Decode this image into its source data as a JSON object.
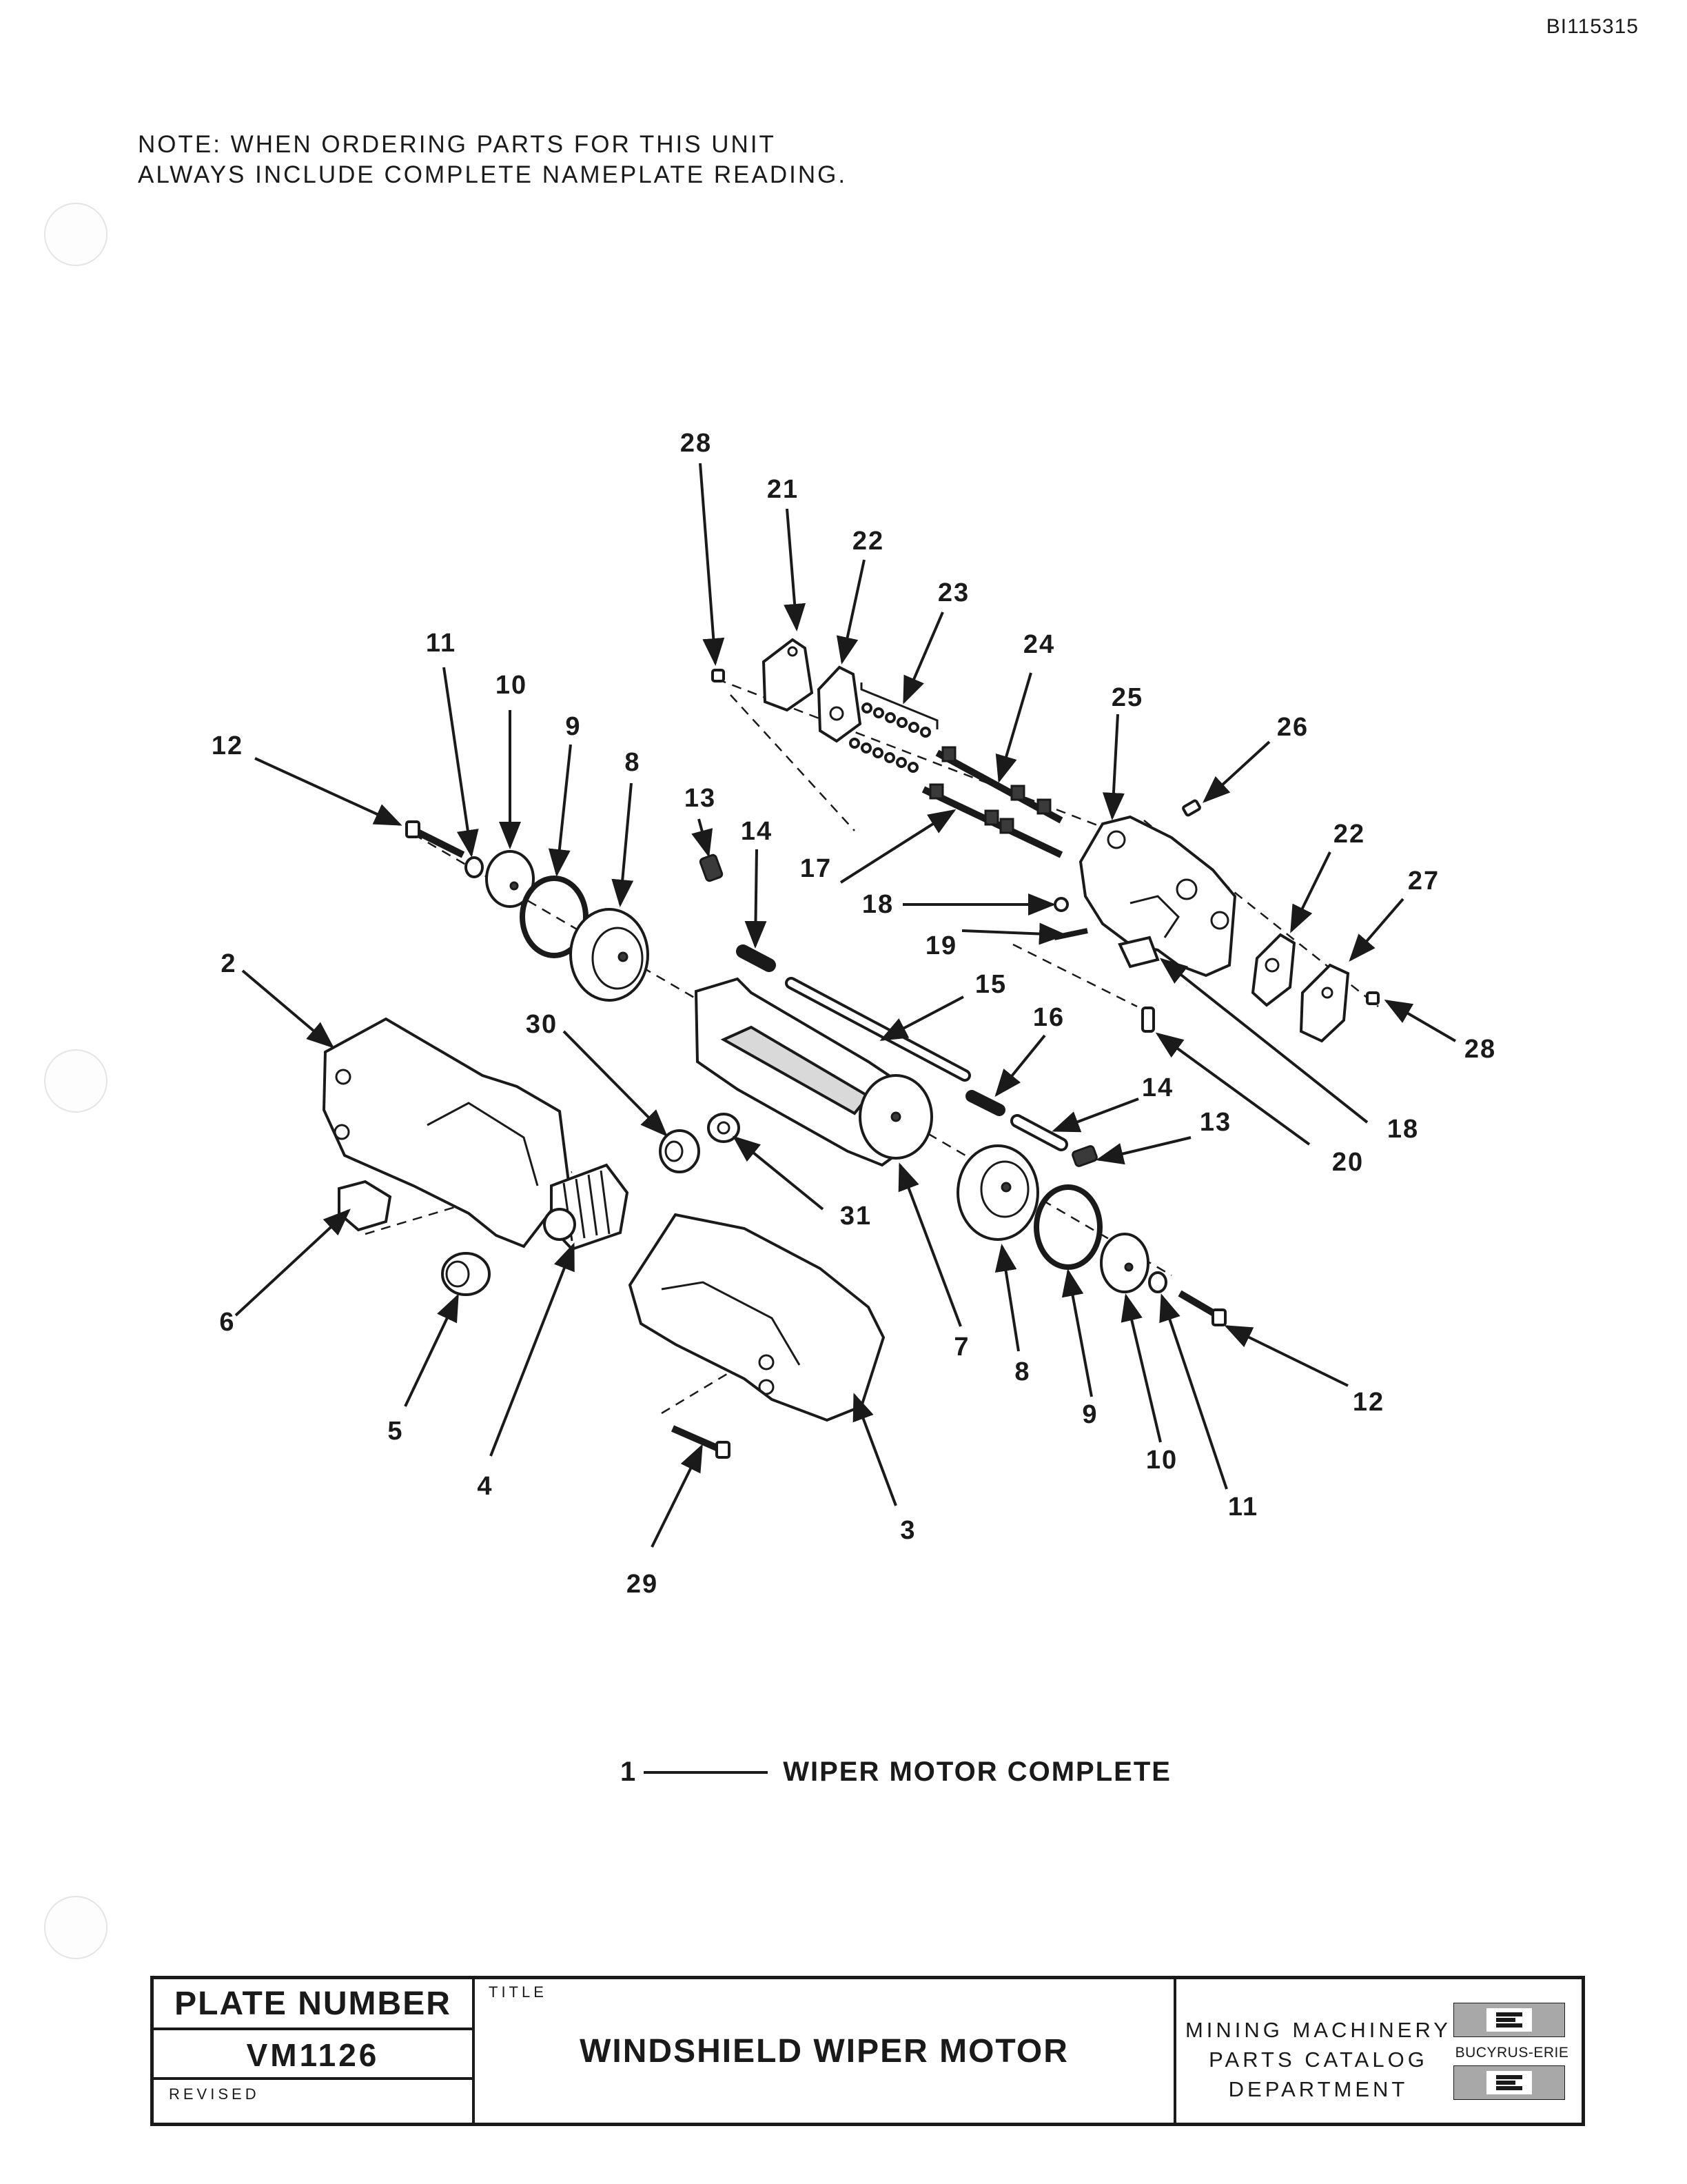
{
  "document_id": "BI115315",
  "note": {
    "line1": "NOTE:  WHEN ORDERING PARTS FOR THIS UNIT",
    "line2": "ALWAYS INCLUDE COMPLETE NAMEPLATE READING."
  },
  "callouts": [
    "28",
    "21",
    "22",
    "23",
    "24",
    "25",
    "26",
    "22",
    "27",
    "28",
    "11",
    "10",
    "9",
    "8",
    "12",
    "13",
    "14",
    "17",
    "18",
    "19",
    "15",
    "16",
    "2",
    "30",
    "14",
    "13",
    "18",
    "20",
    "31",
    "6",
    "5",
    "4",
    "7",
    "8",
    "9",
    "10",
    "11",
    "12",
    "3",
    "29"
  ],
  "caption": {
    "number": "1",
    "text": "WIPER MOTOR COMPLETE"
  },
  "title_block": {
    "plate_number_label": "PLATE NUMBER",
    "plate_number": "VM1126",
    "revised_label": "REVISED",
    "title_label": "TITLE",
    "title": "WINDSHIELD WIPER MOTOR",
    "department": [
      "MINING MACHINERY",
      "PARTS CATALOG",
      "DEPARTMENT"
    ],
    "logo_text": "BUCYRUS-ERIE"
  }
}
